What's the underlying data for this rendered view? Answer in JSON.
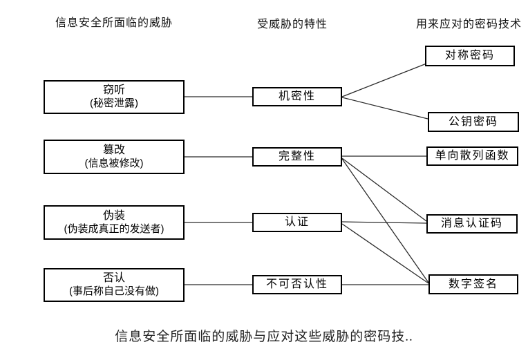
{
  "diagram": {
    "headers": {
      "threats": "信息安全所面临的威胁",
      "properties": "受威胁的特性",
      "techniques": "用来应对的密码技术"
    },
    "threats": [
      {
        "title": "窃听",
        "subtitle": "(秘密泄露)"
      },
      {
        "title": "篡改",
        "subtitle": "(信息被修改)"
      },
      {
        "title": "伪装",
        "subtitle": "(伪装成真正的发送者)"
      },
      {
        "title": "否认",
        "subtitle": "(事后称自己没有做)"
      }
    ],
    "properties": [
      {
        "label": "机密性"
      },
      {
        "label": "完整性"
      },
      {
        "label": "认证"
      },
      {
        "label": "不可否认性"
      }
    ],
    "techniques": [
      {
        "label": "对称密码"
      },
      {
        "label": "公钥密码"
      },
      {
        "label": "单向散列函数"
      },
      {
        "label": "消息认证码"
      },
      {
        "label": "数字签名"
      }
    ],
    "connections": [
      {
        "from": "窃听",
        "to": "机密性"
      },
      {
        "from": "机密性",
        "to": "对称密码"
      },
      {
        "from": "机密性",
        "to": "公钥密码"
      },
      {
        "from": "篡改",
        "to": "完整性"
      },
      {
        "from": "完整性",
        "to": "单向散列函数"
      },
      {
        "from": "完整性",
        "to": "消息认证码"
      },
      {
        "from": "完整性",
        "to": "数字签名"
      },
      {
        "from": "伪装",
        "to": "认证"
      },
      {
        "from": "认证",
        "to": "消息认证码"
      },
      {
        "from": "认证",
        "to": "数字签名"
      },
      {
        "from": "否认",
        "to": "不可否认性"
      },
      {
        "from": "不可否认性",
        "to": "数字签名"
      }
    ],
    "caption": "信息安全所面临的威胁与应对这些威胁的密码技..",
    "colors": {
      "background": "#ffffff",
      "border": "#000000",
      "line": "#2b2b2b",
      "text": "#000000"
    }
  }
}
